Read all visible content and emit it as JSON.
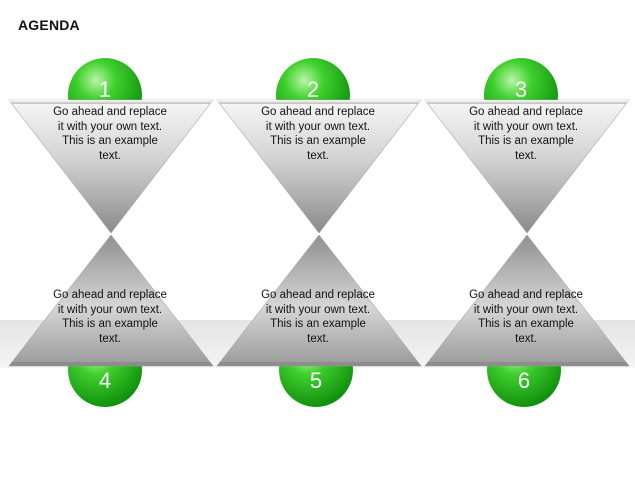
{
  "header": {
    "title": "AGENDA"
  },
  "colors": {
    "accent_green": "#22b51e",
    "accent_green_dark": "#138f0f",
    "triangle_light": "#f2f2f2",
    "triangle_dark": "#8c8c8c"
  },
  "items": [
    {
      "number": "1",
      "text": "Go ahead and replace it with your own text. This is an example text."
    },
    {
      "number": "2",
      "text": "Go ahead and replace it with your own text. This is an example text."
    },
    {
      "number": "3",
      "text": "Go ahead and replace it with your own text. This is an example text."
    },
    {
      "number": "4",
      "text": "Go ahead and replace it with your own text. This is an example text."
    },
    {
      "number": "5",
      "text": "Go ahead and replace it with your own text. This is an example text."
    },
    {
      "number": "6",
      "text": "Go ahead and replace it with your own text. This is an example text."
    }
  ]
}
